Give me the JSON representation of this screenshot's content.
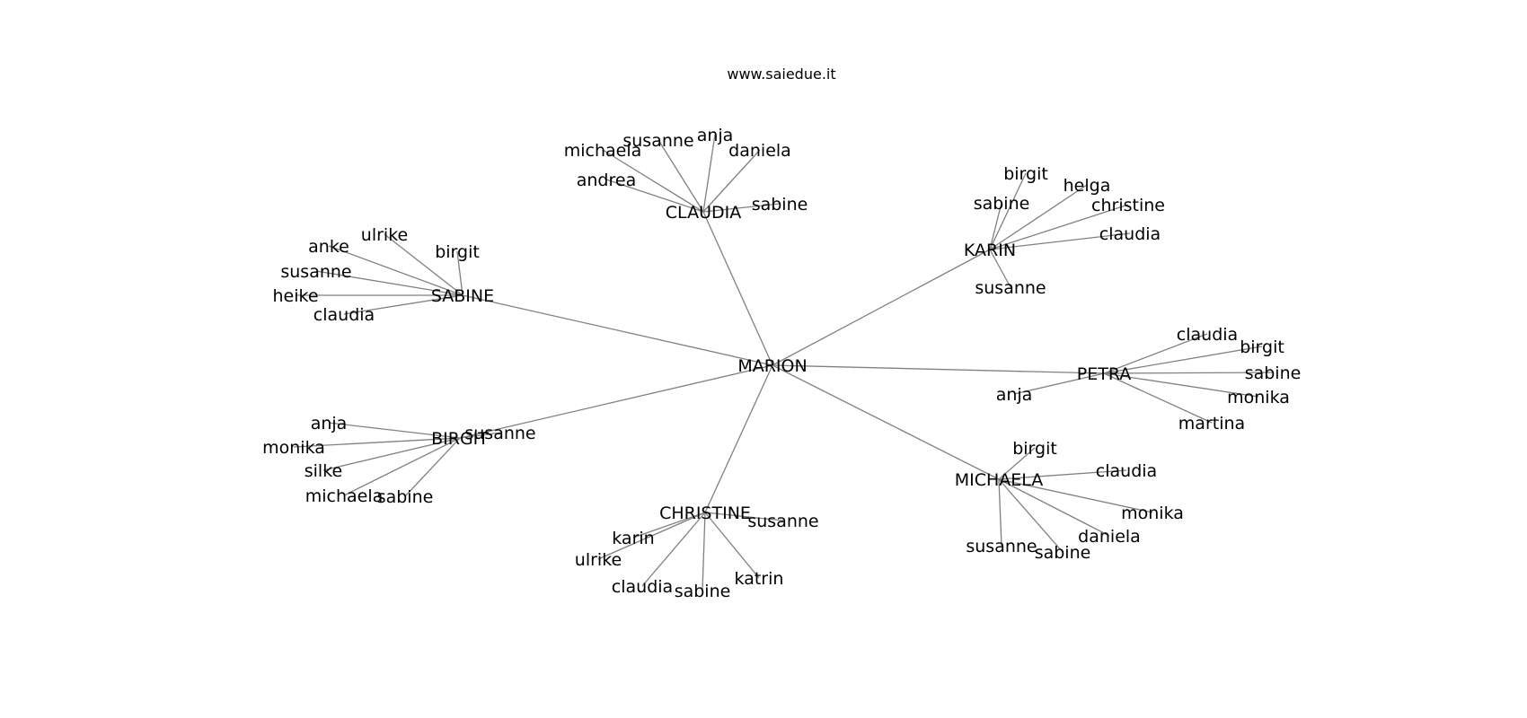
{
  "caption": "www.saiedue.it",
  "graph": {
    "center": "MARION",
    "hubs": [
      {
        "name": "CLAUDIA",
        "leaves": [
          "susanne",
          "anja",
          "michaela",
          "daniela",
          "andrea",
          "sabine"
        ]
      },
      {
        "name": "KARIN",
        "leaves": [
          "birgit",
          "helga",
          "sabine",
          "christine",
          "claudia",
          "susanne"
        ]
      },
      {
        "name": "SABINE",
        "leaves": [
          "ulrike",
          "anke",
          "birgit",
          "susanne",
          "heike",
          "claudia"
        ]
      },
      {
        "name": "PETRA",
        "leaves": [
          "claudia",
          "birgit",
          "sabine",
          "anja",
          "monika",
          "martina"
        ]
      },
      {
        "name": "BIRGIT",
        "leaves": [
          "anja",
          "susanne",
          "monika",
          "silke",
          "michaela",
          "sabine"
        ]
      },
      {
        "name": "MICHAELA",
        "leaves": [
          "birgit",
          "claudia",
          "monika",
          "daniela",
          "susanne",
          "sabine"
        ]
      },
      {
        "name": "CHRISTINE",
        "leaves": [
          "susanne",
          "karin",
          "ulrike",
          "katrin",
          "claudia",
          "sabine"
        ]
      }
    ]
  }
}
